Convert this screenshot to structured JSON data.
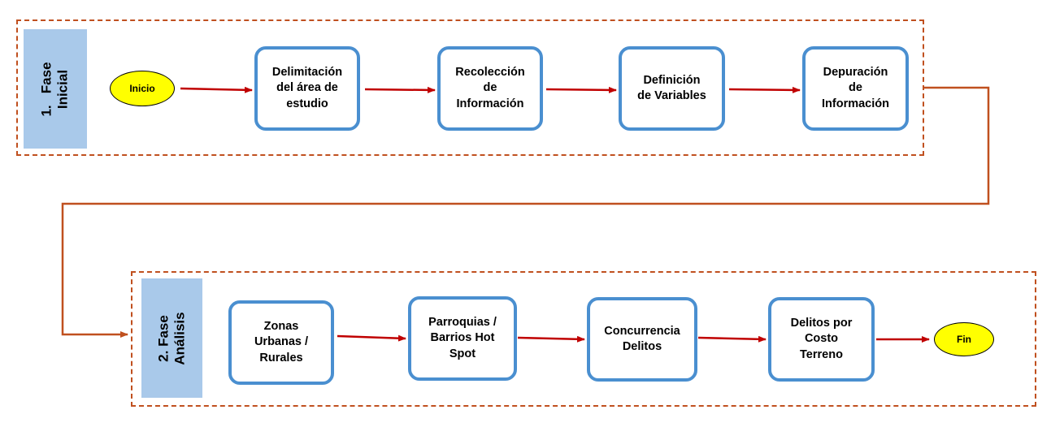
{
  "phase1": {
    "label": "1.   Fase\nInicial",
    "start_label": "Inicio",
    "steps": [
      "Delimitación\ndel área de\nestudio",
      "Recolección\nde\nInformación",
      "Definición\nde Variables",
      "Depuración\nde\nInformación"
    ]
  },
  "phase2": {
    "label": "2. Fase\nAnálisis",
    "end_label": "Fin",
    "steps": [
      "Zonas\nUrbanas /\nRurales",
      "Parroquias /\nBarrios Hot\nSpot",
      "Concurrencia\nDelitos",
      "Delitos por\nCosto\nTerreno"
    ]
  },
  "colors": {
    "frame_dash": "#c0501f",
    "phase_band": "#a9c9ea",
    "box_border": "#4a8fd0",
    "arrow": "#c00000",
    "connector": "#c0501f",
    "terminal_fill": "#ffff00"
  }
}
